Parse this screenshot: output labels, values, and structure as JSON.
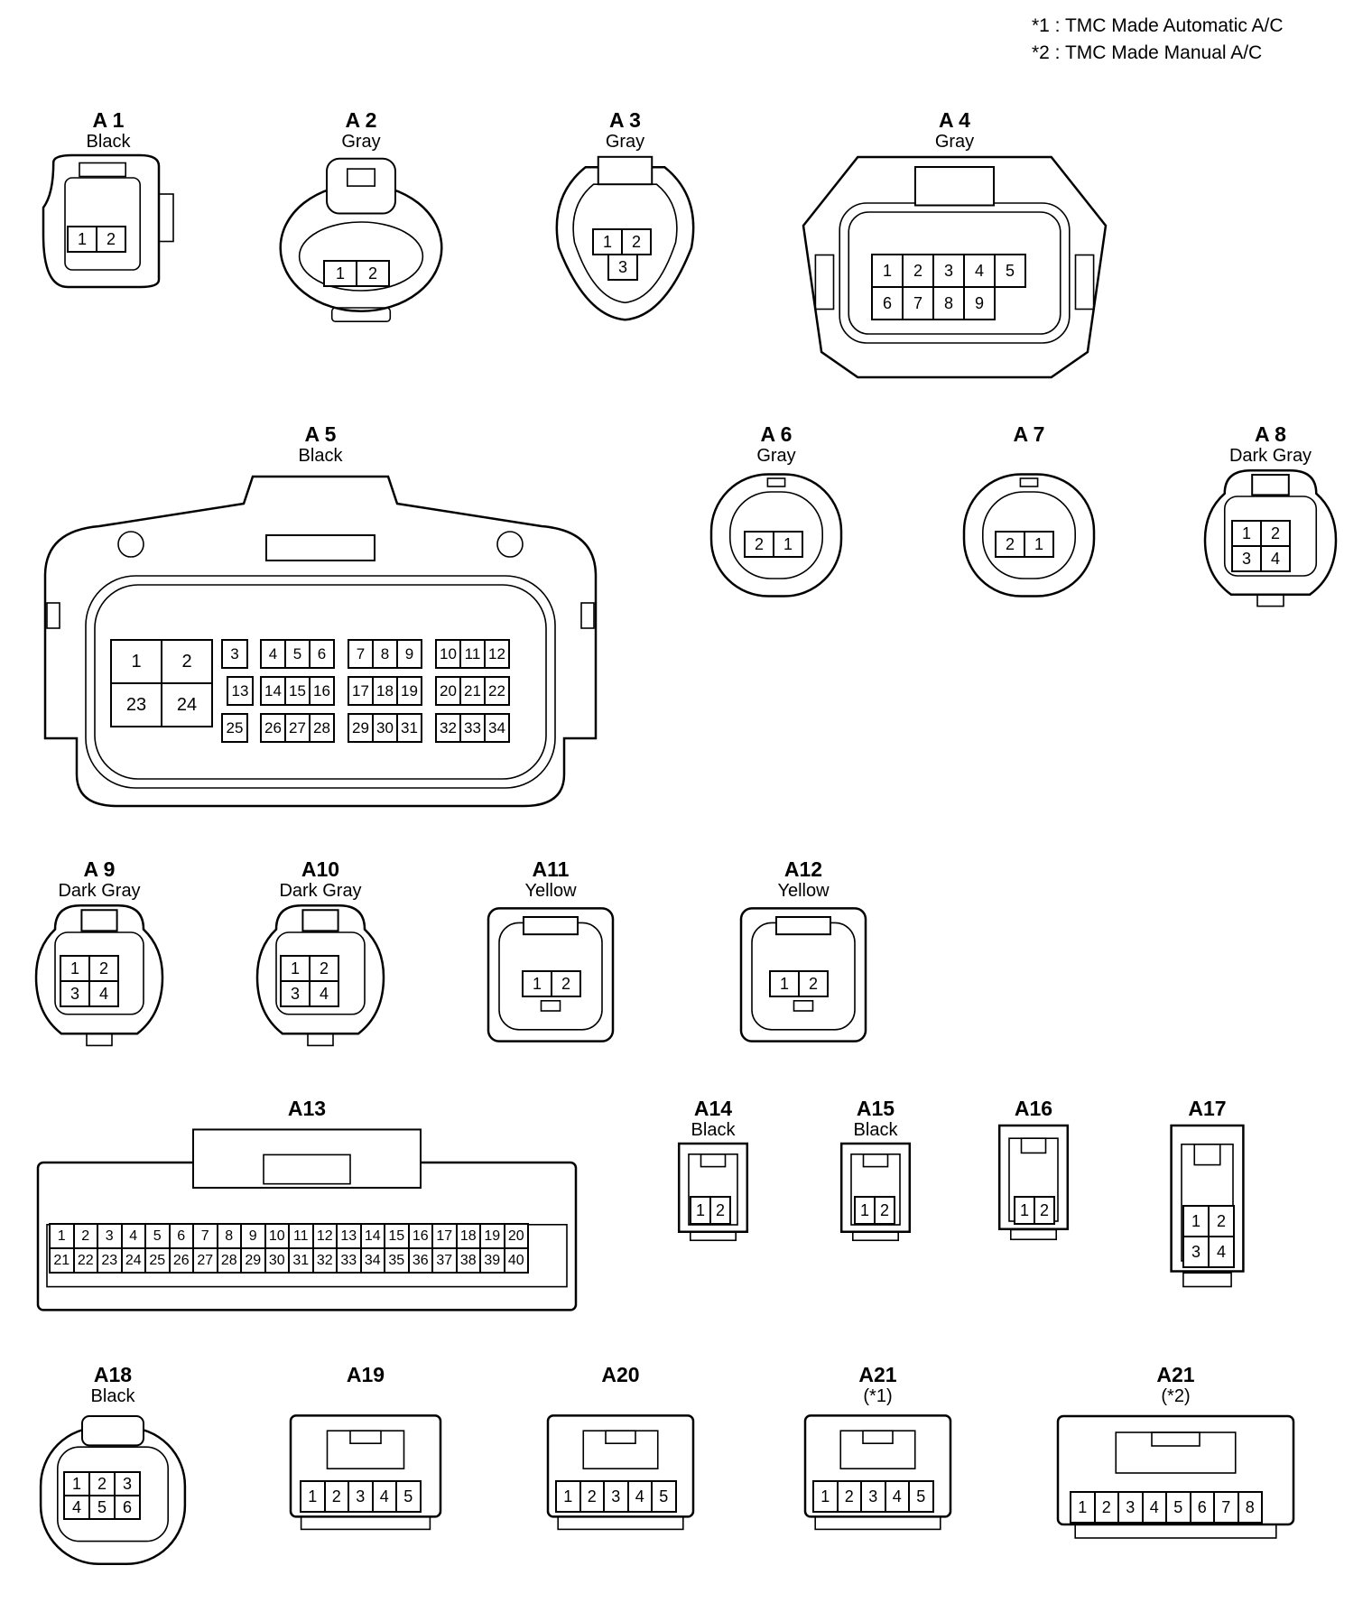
{
  "notes": [
    "*1 : TMC Made Automatic A/C",
    "*2 : TMC Made Manual A/C"
  ],
  "connectors": [
    {
      "name": "A 1",
      "color": "Black",
      "shape": "rect-latch",
      "rows": [
        [
          "1",
          "2"
        ]
      ]
    },
    {
      "name": "A 2",
      "color": "Gray",
      "shape": "oval-flange",
      "rows": [
        [
          "1",
          "2"
        ]
      ]
    },
    {
      "name": "A 3",
      "color": "Gray",
      "shape": "triangle",
      "rows": [
        [
          "1",
          "2"
        ],
        [
          "3"
        ]
      ]
    },
    {
      "name": "A 4",
      "color": "Gray",
      "shape": "octagon",
      "rows": [
        [
          "1",
          "2",
          "3",
          "4",
          "5"
        ],
        [
          "6",
          "7",
          "8",
          "9"
        ]
      ]
    },
    {
      "name": "A 5",
      "color": "Black",
      "shape": "ecu",
      "rows": []
    },
    {
      "name": "A 6",
      "color": "Gray",
      "shape": "oval",
      "rows": [
        [
          "2",
          "1"
        ]
      ]
    },
    {
      "name": "A 7",
      "color": "",
      "shape": "oval",
      "rows": [
        [
          "2",
          "1"
        ]
      ]
    },
    {
      "name": "A 8",
      "color": "Dark Gray",
      "shape": "sensor",
      "rows": [
        [
          "1",
          "2"
        ],
        [
          "3",
          "4"
        ]
      ]
    },
    {
      "name": "A 9",
      "color": "Dark Gray",
      "shape": "sensor",
      "rows": [
        [
          "1",
          "2"
        ],
        [
          "3",
          "4"
        ]
      ]
    },
    {
      "name": "A10",
      "color": "Dark Gray",
      "shape": "sensor",
      "rows": [
        [
          "1",
          "2"
        ],
        [
          "3",
          "4"
        ]
      ]
    },
    {
      "name": "A11",
      "color": "Yellow",
      "shape": "square",
      "rows": [
        [
          "1",
          "2"
        ]
      ]
    },
    {
      "name": "A12",
      "color": "Yellow",
      "shape": "square",
      "rows": [
        [
          "1",
          "2"
        ]
      ]
    },
    {
      "name": "A13",
      "color": "",
      "shape": "wide",
      "rows": [
        [
          "1",
          "2",
          "3",
          "4",
          "5",
          "6",
          "7",
          "8",
          "9",
          "10",
          "11",
          "12",
          "13",
          "14",
          "15",
          "16",
          "17",
          "18",
          "19",
          "20"
        ],
        [
          "21",
          "22",
          "23",
          "24",
          "25",
          "26",
          "27",
          "28",
          "29",
          "30",
          "31",
          "32",
          "33",
          "34",
          "35",
          "36",
          "37",
          "38",
          "39",
          "40"
        ]
      ]
    },
    {
      "name": "A14",
      "color": "Black",
      "shape": "small",
      "rows": [
        [
          "1",
          "2"
        ]
      ]
    },
    {
      "name": "A15",
      "color": "Black",
      "shape": "small",
      "rows": [
        [
          "1",
          "2"
        ]
      ]
    },
    {
      "name": "A16",
      "color": "",
      "shape": "small",
      "rows": [
        [
          "1",
          "2"
        ]
      ]
    },
    {
      "name": "A17",
      "color": "",
      "shape": "small4",
      "rows": [
        [
          "1",
          "2"
        ],
        [
          "3",
          "4"
        ]
      ]
    },
    {
      "name": "A18",
      "color": "Black",
      "shape": "round6",
      "rows": [
        [
          "1",
          "2",
          "3"
        ],
        [
          "4",
          "5",
          "6"
        ]
      ]
    },
    {
      "name": "A19",
      "color": "",
      "shape": "box",
      "rows": [
        [
          "1",
          "2",
          "3",
          "4",
          "5"
        ]
      ]
    },
    {
      "name": "A20",
      "color": "",
      "shape": "box",
      "rows": [
        [
          "1",
          "2",
          "3",
          "4",
          "5"
        ]
      ]
    },
    {
      "name": "A21",
      "color": "(*1)",
      "shape": "box",
      "rows": [
        [
          "1",
          "2",
          "3",
          "4",
          "5"
        ]
      ]
    },
    {
      "name": "A21",
      "color": "(*2)",
      "shape": "box8",
      "rows": [
        [
          "1",
          "2",
          "3",
          "4",
          "5",
          "6",
          "7",
          "8"
        ]
      ]
    }
  ],
  "a5_groups": [
    {
      "big": [
        [
          "1",
          "2"
        ],
        [
          "23",
          "24"
        ]
      ]
    },
    {
      "rows": [
        [
          "3"
        ],
        [
          "13"
        ],
        [
          "25"
        ]
      ]
    },
    {
      "rows": [
        [
          "4",
          "5",
          "6"
        ],
        [
          "14",
          "15",
          "16"
        ],
        [
          "26",
          "27",
          "28"
        ]
      ]
    },
    {
      "rows": [
        [
          "7",
          "8",
          "9"
        ],
        [
          "17",
          "18",
          "19"
        ],
        [
          "29",
          "30",
          "31"
        ]
      ]
    },
    {
      "rows": [
        [
          "10",
          "11",
          "12"
        ],
        [
          "20",
          "21",
          "22"
        ],
        [
          "32",
          "33",
          "34"
        ]
      ]
    }
  ]
}
